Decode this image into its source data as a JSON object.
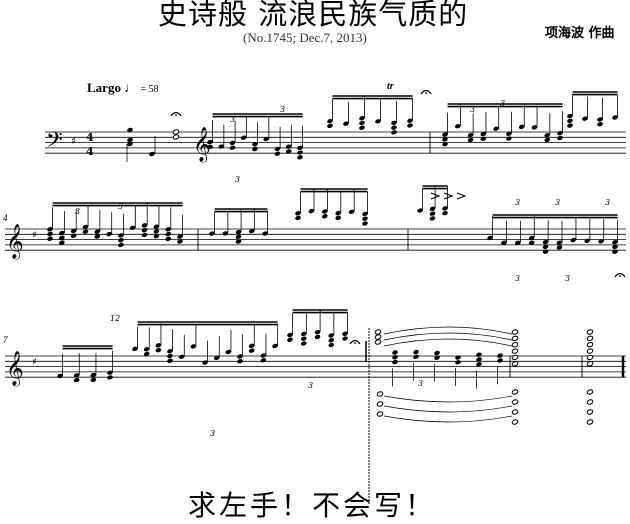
{
  "header": {
    "title": "史诗般 流浪民族气质的",
    "subtitle": "(No.1745; Dec.7, 2013)",
    "composer": "项海波 作曲",
    "tempo_marking": "Largo",
    "tempo_value": "= 58"
  },
  "score": {
    "time_signature": {
      "top": "4",
      "bottom": "4"
    },
    "trill": "tr",
    "measure_numbers": [
      "4",
      "7"
    ],
    "tuplets": [
      "3",
      "3",
      "3",
      "3",
      "3",
      "3",
      "3",
      "3",
      "3",
      "3",
      "3",
      "3",
      "12",
      "3",
      "3",
      "3"
    ]
  },
  "footer": {
    "caption": "求左手！不会写！"
  }
}
